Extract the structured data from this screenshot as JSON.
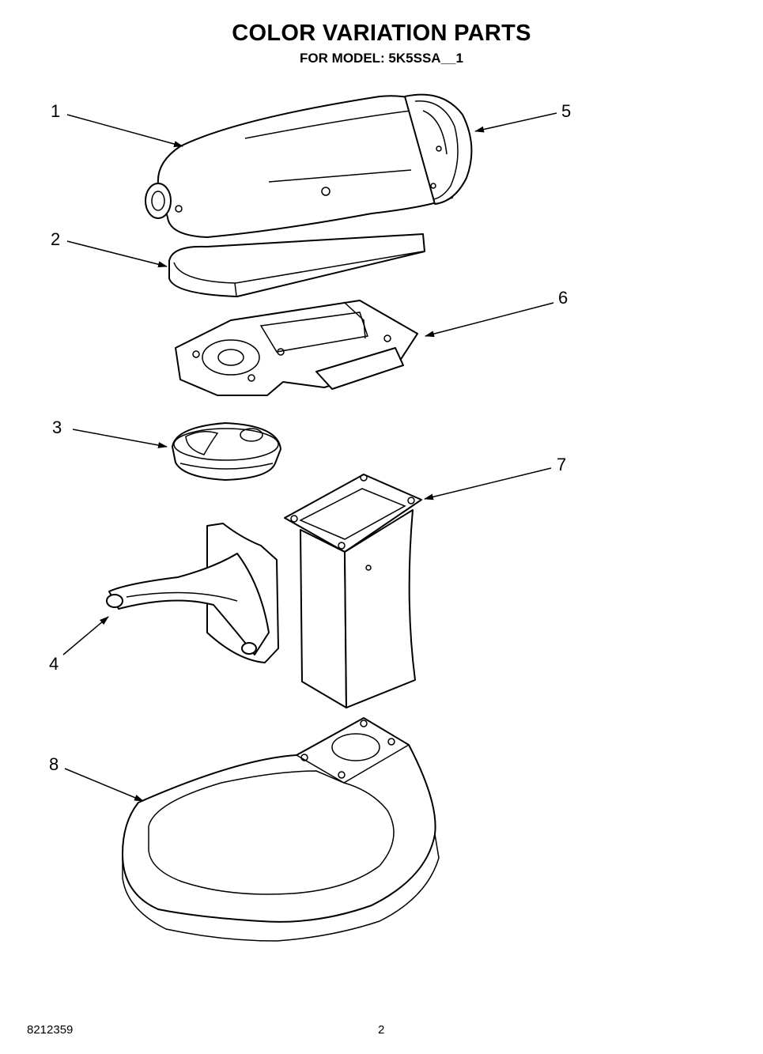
{
  "header": {
    "title": "COLOR VARIATION PARTS",
    "subtitle": "FOR MODEL: 5K5SSA__1"
  },
  "callouts": [
    "1",
    "2",
    "3",
    "4",
    "5",
    "6",
    "7",
    "8"
  ],
  "footer": {
    "doc_number": "8212359",
    "page_number": "2"
  }
}
